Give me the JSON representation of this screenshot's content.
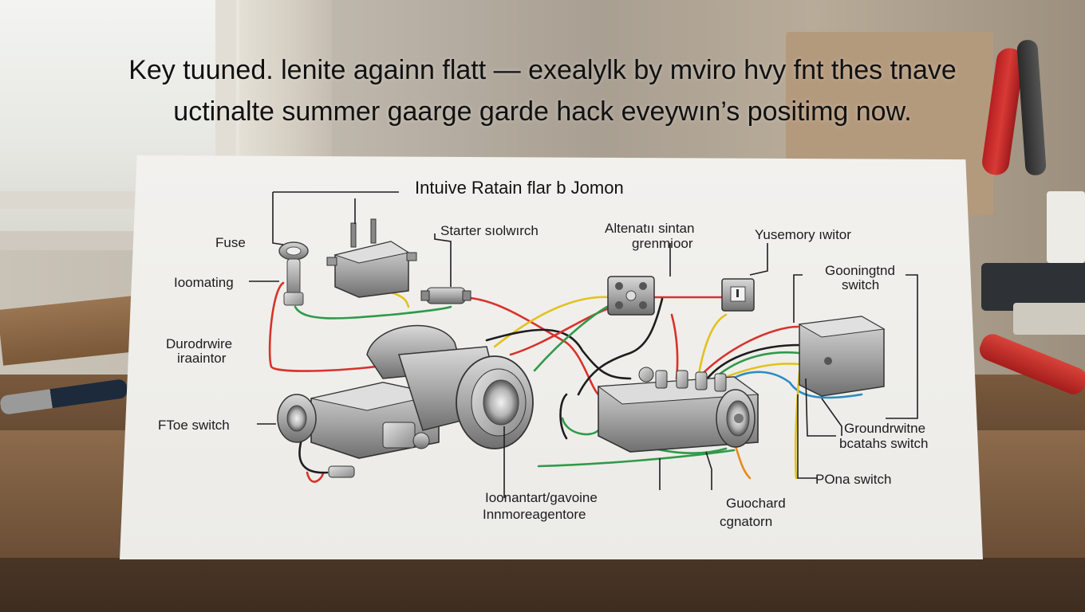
{
  "headline": {
    "line1": "Key tuuned. lenite againn flatt — exealylk by mviro hvy fnt thes tnave",
    "line2": "uctinalte summer gaarge garde hack eveywın’s positimg now."
  },
  "diagram": {
    "title": "Intuive Ratain flar b Jomon",
    "labels": {
      "fuse": "Fuse",
      "ioomating": "Ioomating",
      "durodrwire": "Durodrwire",
      "iraaintor": "iraaintor",
      "ftoe_switch": "FToe switch",
      "starter_solenoid": "Starter sıolwırch",
      "alternator_1": "Altenatıı sintan",
      "alternator_2": "grenmioor",
      "sensor_switch": "Yusemory ıwitor",
      "grounding_1": "Gooningtnd",
      "grounding_2": "switch",
      "ground_wire_1": "Groundrwitne",
      "ground_wire_2": "bcatahs switch",
      "pona_switch": "POna switch",
      "gouchard_1": "Guochard",
      "gouchard_2": "cgnatorn",
      "ioonant_1": "Ioonantart/gavoine",
      "ioonant_2": "Innmoreagentore"
    }
  },
  "colors": {
    "wire_red": "#d8322c",
    "wire_green": "#2f9a4a",
    "wire_yellow": "#e2c21f",
    "wire_black": "#1d1d1d",
    "wire_blue": "#2c8bc4",
    "wire_orange": "#e88a1e"
  }
}
